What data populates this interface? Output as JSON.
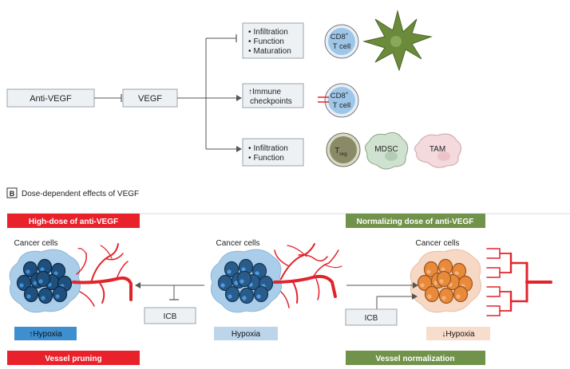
{
  "panel_a": {
    "anti_vegf": "Anti-VEGF",
    "vegf": "VEGF",
    "box1": [
      "Infiltration",
      "Function",
      "Maturation"
    ],
    "box2_line1": "Immune",
    "box2_line2": "checkpoints",
    "box3": [
      "Infiltration",
      "Function"
    ],
    "cd8_cell_a": "CD8",
    "cd8_cell_b": "T cell",
    "cd8_sup": "+",
    "treg_main": "T",
    "treg_sub": "reg",
    "mdsc": "MDSC",
    "tam": "TAM",
    "up_arrow": "↑",
    "bullet": "•"
  },
  "panel_b": {
    "letter": "B",
    "title": "Dose-dependent effects of VEGF",
    "high_dose": "High-dose of anti-VEGF",
    "normalizing_dose": "Normalizing dose of anti-VEGF",
    "cancer_cells": "Cancer cells",
    "icb": "ICB",
    "hypoxia": "Hypoxia",
    "up_hypoxia": "↑Hypoxia",
    "down_hypoxia": "↓Hypoxia",
    "vessel_pruning": "Vessel pruning",
    "vessel_normalization": "Vessel normalization"
  },
  "colors": {
    "red_banner": "#e8212b",
    "green_banner": "#71924b",
    "vessel_red": "#e0242c",
    "box_fill": "#eef1f4",
    "box_stroke": "#9aa3ab",
    "blue_label": "#3d8fd0",
    "light_blue_label": "#bcd5ea",
    "peach_label": "#f8dccc",
    "cd8_fill": "#9ec6e8",
    "treg_fill": "#8a8a67",
    "mdsc_fill": "#cfe2cf",
    "tam_fill": "#f4dadd",
    "green_cell": "#6b8a3a",
    "tumor_blue": "#aacde9",
    "tumor_peach": "#f7d8c4"
  }
}
